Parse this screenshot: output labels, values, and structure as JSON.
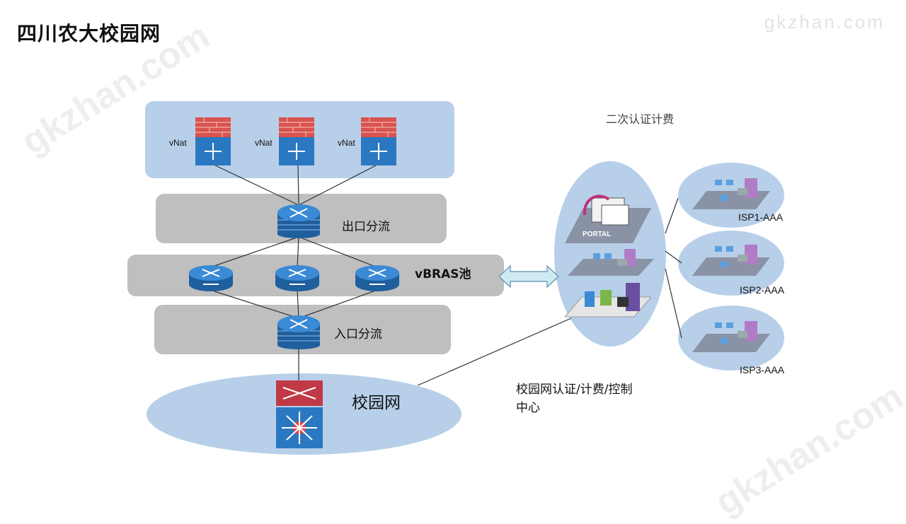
{
  "title": "四川农大校园网",
  "watermark": "gkzhan.com",
  "firewalls": [
    {
      "label": "vNat"
    },
    {
      "label": "vNat"
    },
    {
      "label": "vNat"
    }
  ],
  "tiers": {
    "egress": "出口分流",
    "vbras": "vBRAS池",
    "ingress": "入口分流",
    "campus": "校园网"
  },
  "auth_center": {
    "top_label": "二次认证计费",
    "portal_label": "PORTAL",
    "caption_line1": "校园网认证/计费/控制",
    "caption_line2": "中心"
  },
  "isps": [
    {
      "label": "ISP1-AAA"
    },
    {
      "label": "ISP2-AAA"
    },
    {
      "label": "ISP3-AAA"
    }
  ],
  "colors": {
    "panel_blue": "#b8cfe9",
    "panel_gray": "#bfbfbf",
    "device_blue": "#2b78c2",
    "firewall_red": "#d9534f"
  }
}
